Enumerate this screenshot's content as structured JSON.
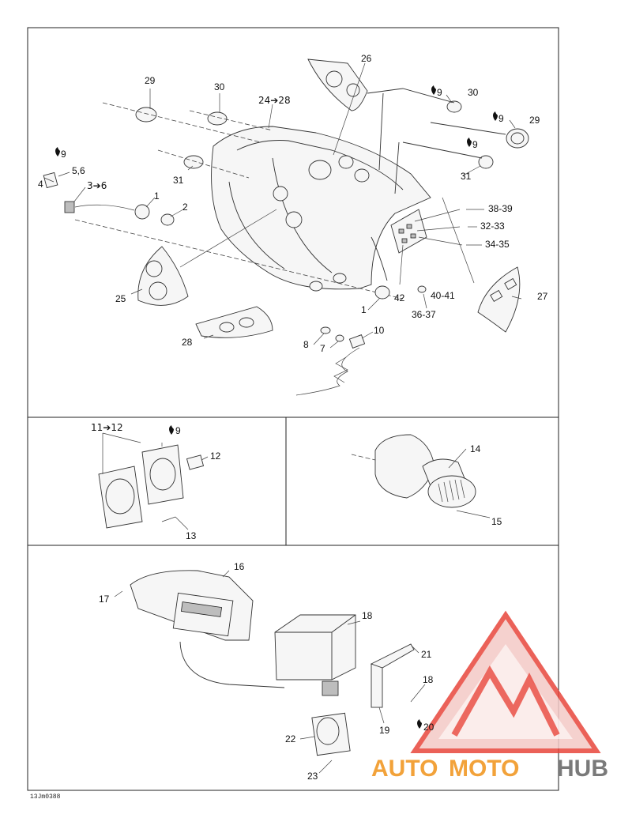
{
  "panels": {
    "main": {
      "callouts": {
        "c1": "1",
        "c1b": "1",
        "c2": "2",
        "c3_6": "3➔6",
        "c4": "4",
        "c5_6": "5,6",
        "c7": "7",
        "c8": "8",
        "c9a": "9",
        "c9b": "9",
        "c9c": "9",
        "c9d": "9",
        "c10": "10",
        "c24_28": "24➔28",
        "c25": "25",
        "c26": "26",
        "c27": "27",
        "c28": "28",
        "c29a": "29",
        "c29b": "29",
        "c30a": "30",
        "c30b": "30",
        "c31a": "31",
        "c31b": "31",
        "c32_33": "32-33",
        "c34_35": "34-35",
        "c36_37": "36-37",
        "c38_39": "38-39",
        "c40_41": "40-41",
        "c42": "42"
      }
    },
    "gauge": {
      "callouts": {
        "c11_12": "11➔12",
        "c9": "9",
        "c12": "12",
        "c13": "13"
      }
    },
    "horn": {
      "callouts": {
        "c14": "14",
        "c15": "15"
      }
    },
    "radio": {
      "callouts": {
        "c16": "16",
        "c17": "17",
        "c18a": "18",
        "c18b": "18",
        "c19": "19",
        "c20": "20",
        "c21": "21",
        "c22": "22",
        "c23": "23"
      }
    }
  },
  "footer": {
    "drawing_code": "13Jm0388"
  },
  "watermark": {
    "text_a": "AUTO",
    "text_b": "MOTO",
    "text_c": "HUB",
    "color_red": "#e8463c",
    "color_orange": "#f2a23a",
    "color_grey": "#7a7a7a"
  },
  "icons": {
    "drop": "oil-drop-icon"
  }
}
